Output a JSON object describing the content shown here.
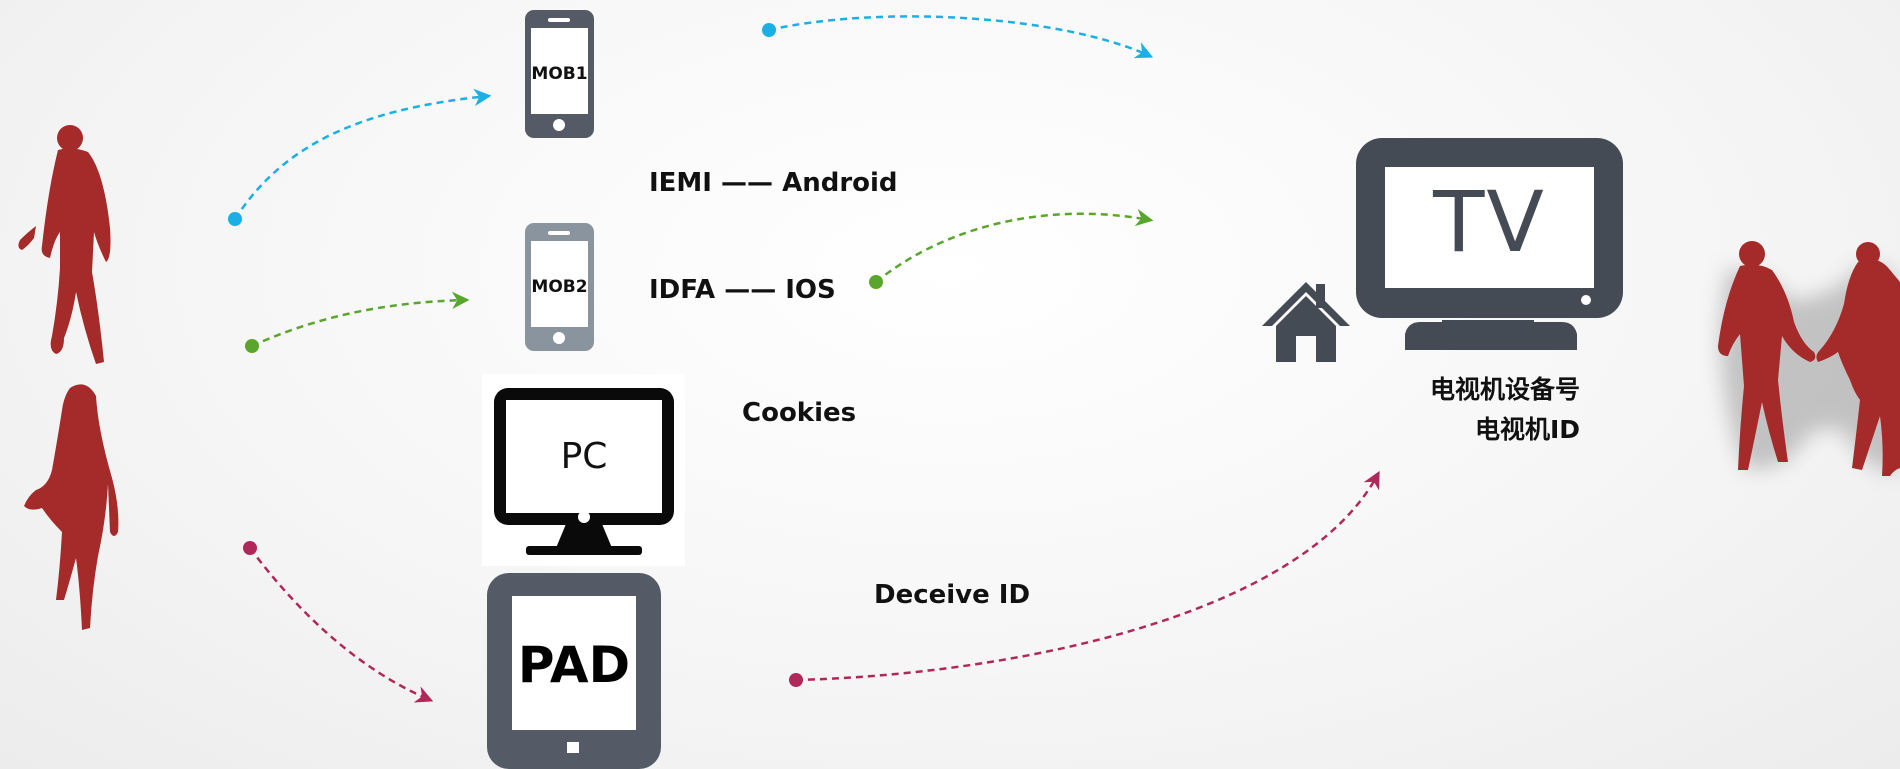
{
  "devices": {
    "mob1_label": "MOB1",
    "mob2_label": "MOB2",
    "pc_label": "PC",
    "pad_label": "PAD",
    "tv_label": "TV"
  },
  "identifiers": {
    "mob1_text": "IEMI —— Android",
    "mob2_text": "IDFA —— IOS",
    "pc_text": "Cookies",
    "pad_text": "Deceive ID"
  },
  "tv_caption": {
    "line1": "电视机设备号",
    "line2": "电视机ID"
  },
  "colors": {
    "person": "#a52a2a",
    "device_dark": "#545b66",
    "device_light": "#8a949f",
    "tv": "#454b55",
    "pc": "#0a0a0a",
    "arrow_blue": "#1ab0e6",
    "arrow_green": "#5aa62c",
    "arrow_magenta": "#b0285a"
  }
}
